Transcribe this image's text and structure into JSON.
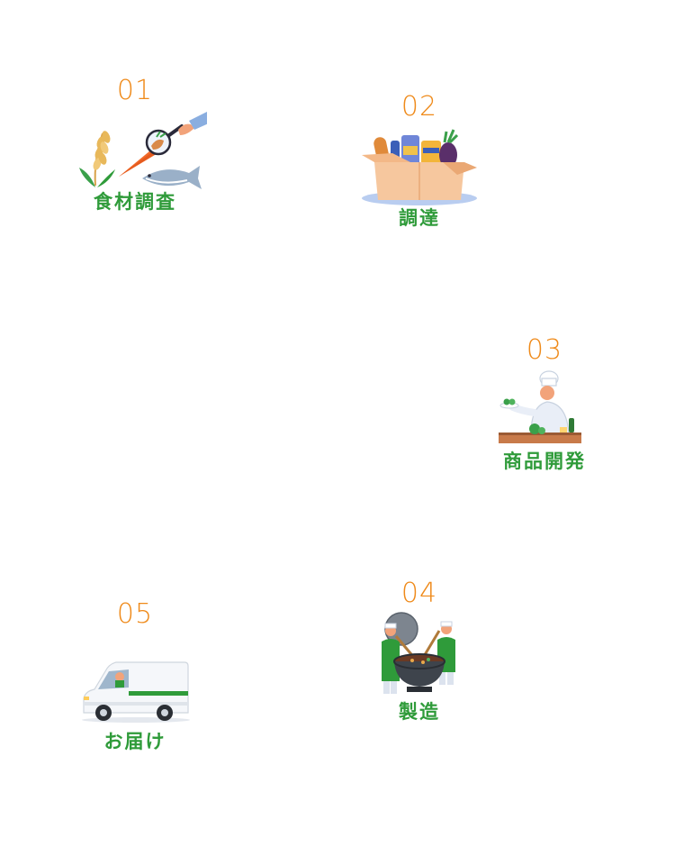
{
  "steps": [
    {
      "number": "01",
      "label": "食材調査",
      "icon": "ingredient-research-icon"
    },
    {
      "number": "02",
      "label": "調達",
      "icon": "procurement-box-icon"
    },
    {
      "number": "03",
      "label": "商品開発",
      "icon": "chef-development-icon"
    },
    {
      "number": "04",
      "label": "製造",
      "icon": "cooking-pot-icon"
    },
    {
      "number": "05",
      "label": "お届け",
      "icon": "delivery-van-icon"
    }
  ],
  "colors": {
    "number": "#ef8a1a",
    "label": "#2f9b3a",
    "background": "#ffffff"
  }
}
